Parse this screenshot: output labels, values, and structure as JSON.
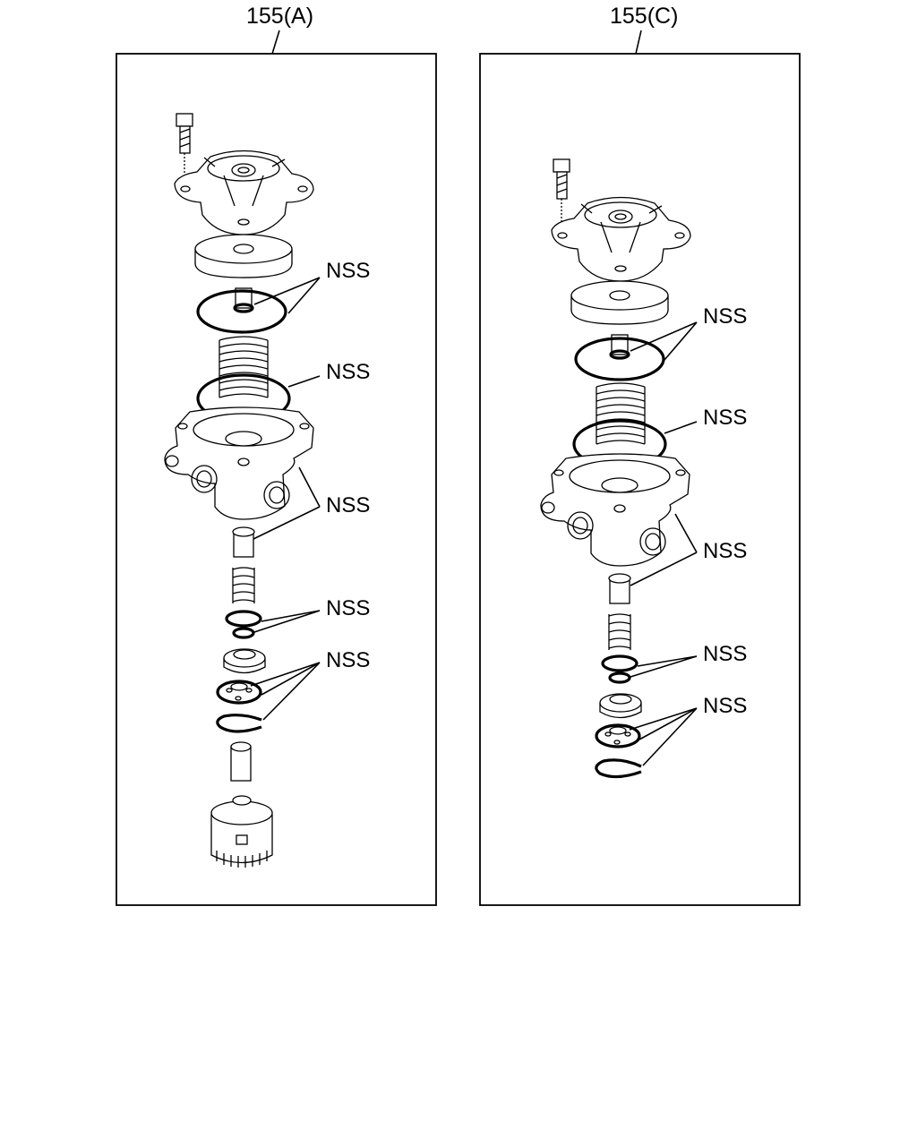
{
  "panels": [
    {
      "title": "155(A)",
      "labels": [
        "NSS",
        "NSS",
        "NSS",
        "NSS",
        "NSS"
      ]
    },
    {
      "title": "155(C)",
      "labels": [
        "NSS",
        "NSS",
        "NSS",
        "NSS",
        "NSS"
      ]
    }
  ]
}
